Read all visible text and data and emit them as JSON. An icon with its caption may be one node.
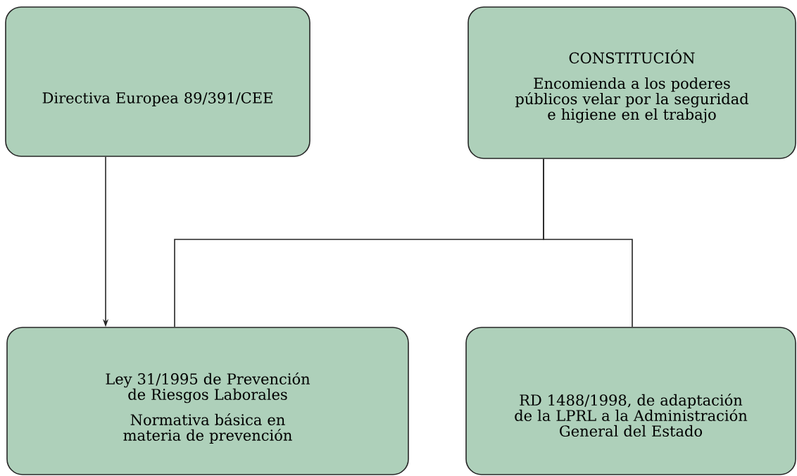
{
  "diagram": {
    "nodes": [
      {
        "text": [
          "Directiva Europea 89/391/CEE"
        ]
      },
      {
        "text": [
          "CONSTITUCIÓN",
          "Encomienda a los poderes públicos velar por la seguridad e higiene en el trabajo"
        ]
      },
      {
        "text": [
          "Ley 31/1995 de Prevención de Riesgos Laborales",
          "Normativa básica en materia de prevención"
        ]
      },
      {
        "text": [
          "RD 1488/1998, de adaptación de la LPRL a la Administración General del Estado"
        ]
      }
    ],
    "edges": [
      {
        "from": 0,
        "to": 2,
        "arrow": "to"
      },
      {
        "from": 1,
        "to": 2,
        "arrow": "none"
      },
      {
        "from": 1,
        "to": 3,
        "arrow": "none"
      }
    ]
  }
}
